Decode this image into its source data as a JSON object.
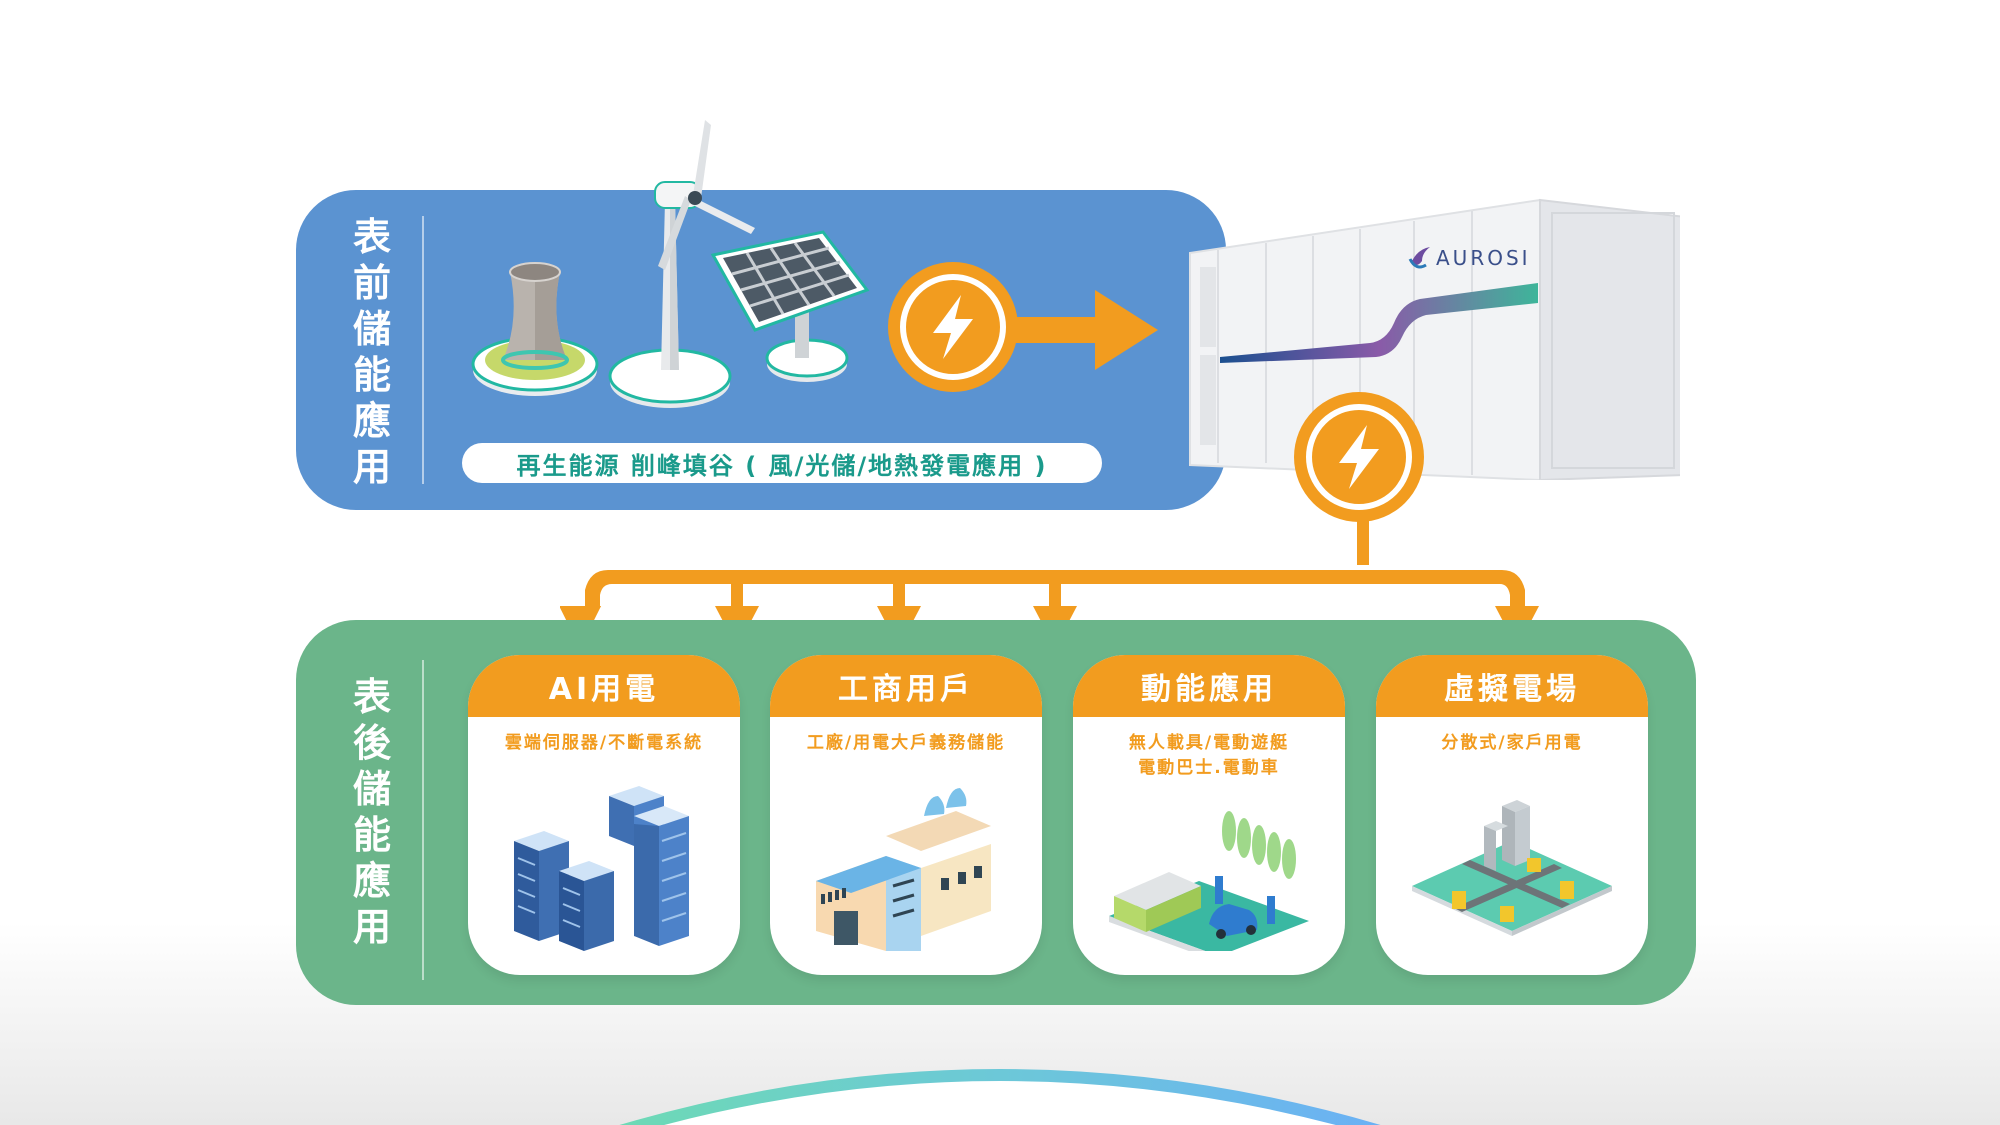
{
  "front_of_meter": {
    "label_chars": [
      "表",
      "前",
      "儲",
      "能",
      "應",
      "用"
    ],
    "label": "表前儲能應用",
    "caption": "再生能源 削峰填谷 ( 風/光儲/地熱發電應用 )",
    "icons": [
      "cooling-tower-icon",
      "wind-turbine-icon",
      "solar-panel-icon"
    ],
    "panel_color": "#5b93d1"
  },
  "storage_container": {
    "brand": "AUROSI"
  },
  "behind_the_meter": {
    "label_chars": [
      "表",
      "後",
      "儲",
      "能",
      "應",
      "用"
    ],
    "label": "表後儲能應用",
    "panel_color": "#6bb58a",
    "cards": [
      {
        "title": "AI用電",
        "subtitle_lines": [
          "雲端伺服器/不斷電系統"
        ],
        "icon": "server-rack-icon"
      },
      {
        "title": "工商用戶",
        "subtitle_lines": [
          "工廠/用電大戶義務儲能"
        ],
        "icon": "factory-icon"
      },
      {
        "title": "動能應用",
        "subtitle_lines": [
          "無人載具/電動遊艇",
          "電動巴士.電動車"
        ],
        "icon": "ev-charging-icon"
      },
      {
        "title": "虛擬電場",
        "subtitle_lines": [
          "分散式/家戶用電"
        ],
        "icon": "smart-city-icon"
      }
    ]
  },
  "colors": {
    "accent_orange": "#f29c1f",
    "caption_teal": "#1a9a8b",
    "arc_start": "#6ee0a8",
    "arc_end": "#6aa8ff"
  }
}
